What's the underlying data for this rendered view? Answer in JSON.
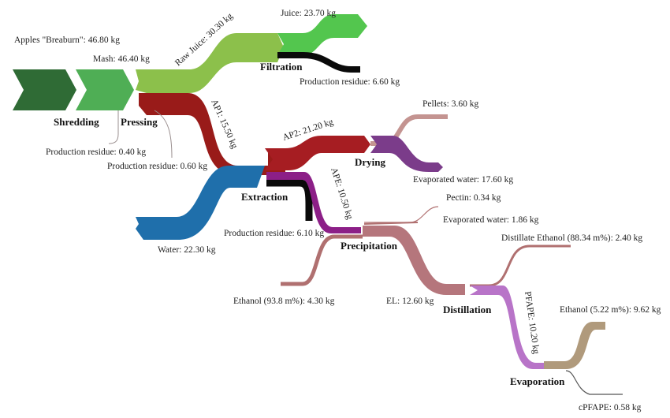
{
  "colors": {
    "darkgreen": "#2f6b35",
    "green": "#55a84c",
    "midgreen": "#4fae55",
    "lightgreen": "#8cc04b",
    "brightgreen": "#53c64e",
    "black": "#0a0a0a",
    "darkred": "#991b19",
    "red": "#a61d22",
    "blue": "#1f6fab",
    "purple": "#8c1f87",
    "violet": "#7b3c8a",
    "pink": "#c49491",
    "mauve": "#b5767c",
    "rose": "#b07070",
    "lilac": "#b874c8",
    "tan": "#b09a7c",
    "grey": "#9a8f8f",
    "leader": "#555555"
  },
  "processes": {
    "shredding": "Shredding",
    "pressing": "Pressing",
    "filtration": "Filtration",
    "extraction": "Extraction",
    "drying": "Drying",
    "precipitation": "Precipitation",
    "distillation": "Distillation",
    "evaporation": "Evaporation"
  },
  "flows": {
    "apples": "Apples \"Breaburn\": 46.80 kg",
    "mash": "Mash: 46.40 kg",
    "raw_juice": "Raw Juice: 30.30 kg",
    "juice": "Juice: 23.70 kg",
    "residue_filtration": "Production residue: 6.60 kg",
    "ap1": "AP1: 15.50 kg",
    "residue_shredding": "Production residue: 0.40 kg",
    "residue_pressing": "Production residue: 0.60 kg",
    "pellets": "Pellets: 3.60 kg",
    "ap2": "AP2: 21.20 kg",
    "evap_water_drying": "Evaporated water: 17.60 kg",
    "ape": "APE: 10.50 kg",
    "water": "Water: 22.30 kg",
    "residue_extraction": "Production residue: 6.10 kg",
    "pectin": "Pectin: 0.34 kg",
    "evap_water_precip": "Evaporated water: 1.86 kg",
    "distillate_ethanol": "Distillate Ethanol (88.34 m%): 2.40 kg",
    "ethanol_in": "Ethanol (93.8 m%): 4.30 kg",
    "el": "EL: 12.60 kg",
    "pfape": "PFAPE: 10.20 kg",
    "ethanol_out": "Ethanol (5.22 m%): 9.62 kg",
    "cpfape": "cPFAPE: 0.58 kg"
  }
}
